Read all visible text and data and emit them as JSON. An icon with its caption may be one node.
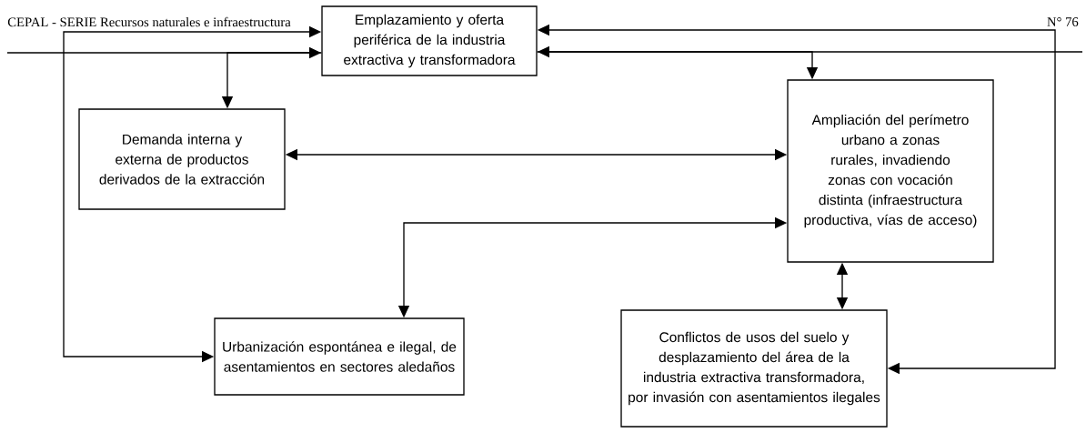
{
  "diagram": {
    "nodes": [
      {
        "text": [
          "Emplazamiento y oferta periférica de la industria extractiva y transformadora"
        ]
      },
      {
        "text": [
          "Demanda interna y externa de productos derivados de la extracción"
        ]
      },
      {
        "text": [
          "Ampliación del perímetro urbano a zonas rurales, invadiendo zonas con vocación distinta (infraestructura productiva, vías de acceso)"
        ]
      },
      {
        "text": [
          "Urbanización espontánea e ilegal, de asentamientos en sectores aledaños"
        ]
      },
      {
        "text": [
          "Conflictos de usos del suelo y desplazamiento del área de la industria extractiva transformadora, por invasión con asentamientos ilegales"
        ]
      }
    ],
    "edges": [
      {
        "from": null,
        "to": 0,
        "arrow": "to"
      },
      {
        "from": 0,
        "to": 1,
        "arrow": "to"
      },
      {
        "from": 0,
        "to": 3,
        "arrow": "both"
      },
      {
        "from": 1,
        "to": 2,
        "arrow": "both"
      },
      {
        "from": 3,
        "to": 2,
        "arrow": "both"
      },
      {
        "from": 2,
        "to": 4,
        "arrow": "both"
      },
      {
        "from": 0,
        "to": 4,
        "arrow": "both"
      },
      {
        "from": null,
        "to": 0,
        "arrow": "to"
      },
      {
        "from": 0,
        "to": 2,
        "arrow": "to"
      }
    ],
    "labels": [
      "CEPAL - SERIE Recursos naturales e infraestructura",
      "N° 76"
    ]
  }
}
